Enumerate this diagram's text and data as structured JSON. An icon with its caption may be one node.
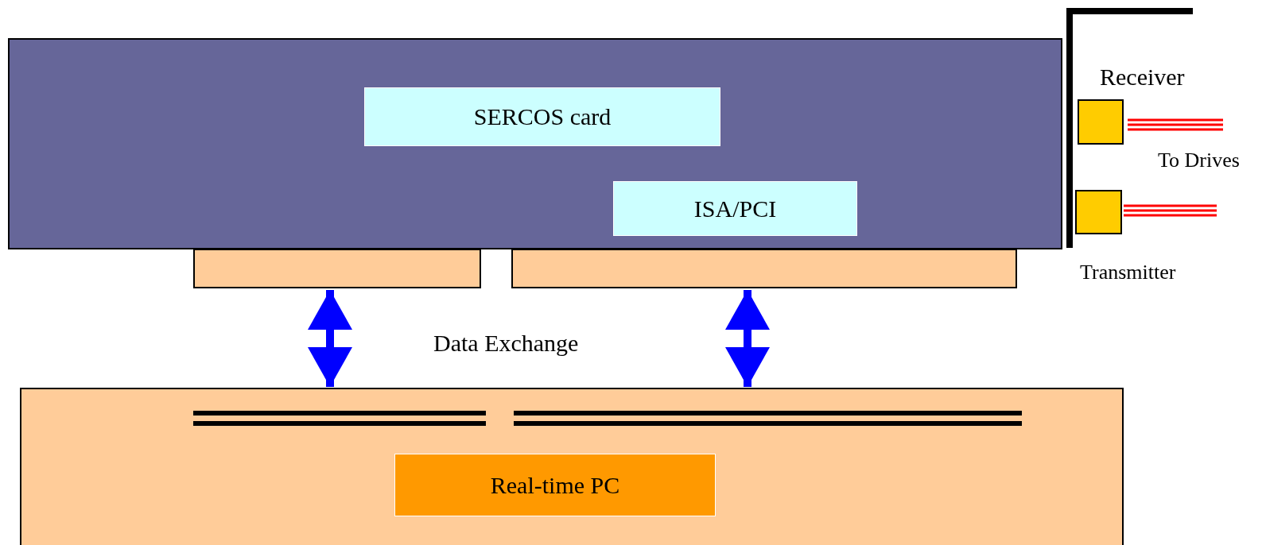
{
  "diagram": {
    "nodes": [
      {
        "text": [],
        "shape": "box"
      },
      {
        "text": [
          "SERCOS card"
        ],
        "in": 0
      },
      {
        "text": [
          "ISA/PCI"
        ],
        "in": 0
      },
      {
        "text": [],
        "shape": "box"
      },
      {
        "text": [],
        "shape": "box"
      },
      {
        "text": [],
        "shape": "box"
      },
      {
        "text": [
          "Real-time PC"
        ],
        "in": 5
      },
      {
        "text": [],
        "shape": "box",
        "beside": [
          "Receiver"
        ]
      },
      {
        "text": [],
        "shape": "box",
        "beside": [
          "Transmitter"
        ]
      }
    ],
    "edges": [
      {
        "from": 3,
        "to": 5,
        "arrow": "both"
      },
      {
        "from": 4,
        "to": 5,
        "arrow": "both"
      }
    ],
    "labels": [
      "Data Exchange",
      "To Drives"
    ]
  }
}
